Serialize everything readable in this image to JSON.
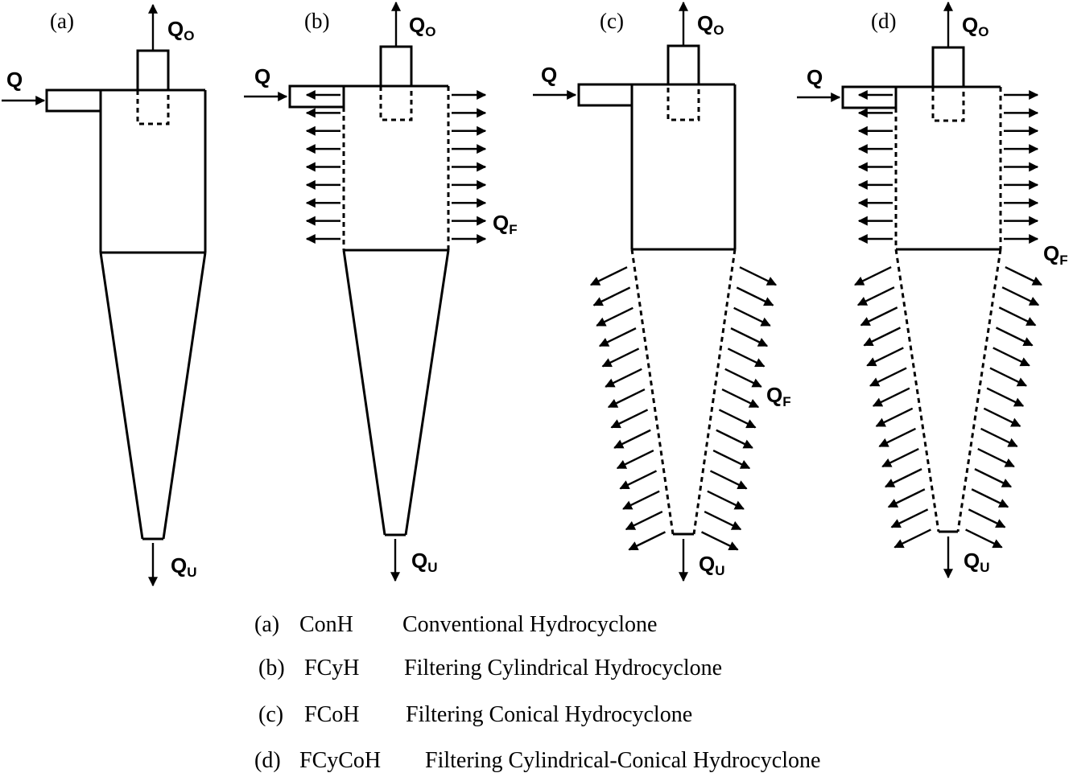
{
  "panels": [
    {
      "id": "a",
      "label": "(a)",
      "flows": {
        "inlet": "Q",
        "overflow": "Q",
        "overflow_sub": "O",
        "underflow": "Q",
        "underflow_sub": "U"
      }
    },
    {
      "id": "b",
      "label": "(b)",
      "flows": {
        "inlet": "Q",
        "overflow": "Q",
        "overflow_sub": "O",
        "underflow": "Q",
        "underflow_sub": "U",
        "filtrate": "Q",
        "filtrate_sub": "F"
      }
    },
    {
      "id": "c",
      "label": "(c)",
      "flows": {
        "inlet": "Q",
        "overflow": "Q",
        "overflow_sub": "O",
        "underflow": "Q",
        "underflow_sub": "U",
        "filtrate": "Q",
        "filtrate_sub": "F"
      }
    },
    {
      "id": "d",
      "label": "(d)",
      "flows": {
        "inlet": "Q",
        "overflow": "Q",
        "overflow_sub": "O",
        "underflow": "Q",
        "underflow_sub": "U",
        "filtrate": "Q",
        "filtrate_sub": "F"
      }
    }
  ],
  "legend": [
    {
      "key": "(a)",
      "abbr": "ConH",
      "name": "Conventional Hydrocyclone"
    },
    {
      "key": "(b)",
      "abbr": "FCyH",
      "name": "Filtering Cylindrical Hydrocyclone"
    },
    {
      "key": "(c)",
      "abbr": "FCoH",
      "name": "Filtering Conical Hydrocyclone"
    },
    {
      "key": "(d)",
      "abbr": "FCyCoH",
      "name": "Filtering Cylindrical-Conical Hydrocyclone"
    }
  ]
}
